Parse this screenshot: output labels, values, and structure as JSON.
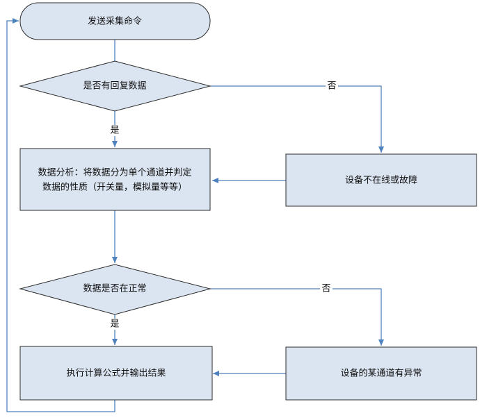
{
  "nodes": {
    "send_command": "发送采集命令",
    "has_reply": "是否有回复数据",
    "analysis_line1": "数据分析：将数据分为单个通道并判定",
    "analysis_line2": "数据的性质（开关量，模拟量等等）",
    "device_offline": "设备不在线或故障",
    "data_normal": "数据是否在正常",
    "channel_abnormal": "设备的某通道有异常",
    "compute_output": "执行计算公式并输出结果"
  },
  "edges": {
    "reply_yes": "是",
    "reply_no": "否",
    "normal_yes": "是",
    "normal_no": "否"
  },
  "colors": {
    "fill": "#dbe5f1",
    "border": "#2b2b2b",
    "connector": "#4f81bd"
  }
}
